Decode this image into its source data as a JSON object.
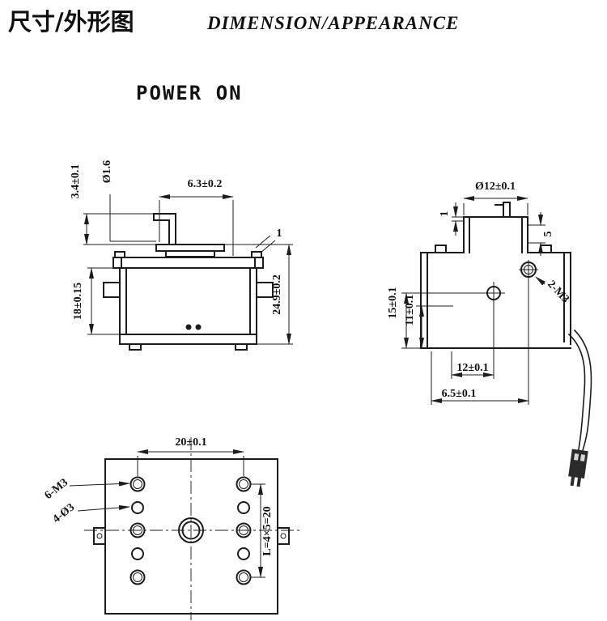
{
  "colors": {
    "ink": "#1c1c1c",
    "background": "#ffffff"
  },
  "header": {
    "title_zh": "尺寸/外形图",
    "title_en": "DIMENSION/APPEARANCE"
  },
  "state_label": "POWER ON",
  "front_view": {
    "dim_arm_height": "3.4±0.1",
    "dim_pin_dia": "Ø1.6",
    "dim_stroke": "6.3±0.2",
    "dim_plate": "1",
    "dim_body_height": "18±0.15",
    "dim_overall_height": "24.9±0.2"
  },
  "side_view": {
    "dim_boss_dia": "Ø12±0.1",
    "dim_top_offset": "1",
    "dim_boss_height": "5",
    "dim_hole_upper": "15±0.1",
    "dim_hole_lower": "11±0.1",
    "dim_hole_x": "12±0.1",
    "dim_hole_x2": "6.5±0.1",
    "thread_note": "2-M3"
  },
  "bottom_view": {
    "dim_width": "20±0.1",
    "thread_note": "6-M3",
    "hole_note": "4-Ø3",
    "pitch_note": "L=4×5=20"
  }
}
